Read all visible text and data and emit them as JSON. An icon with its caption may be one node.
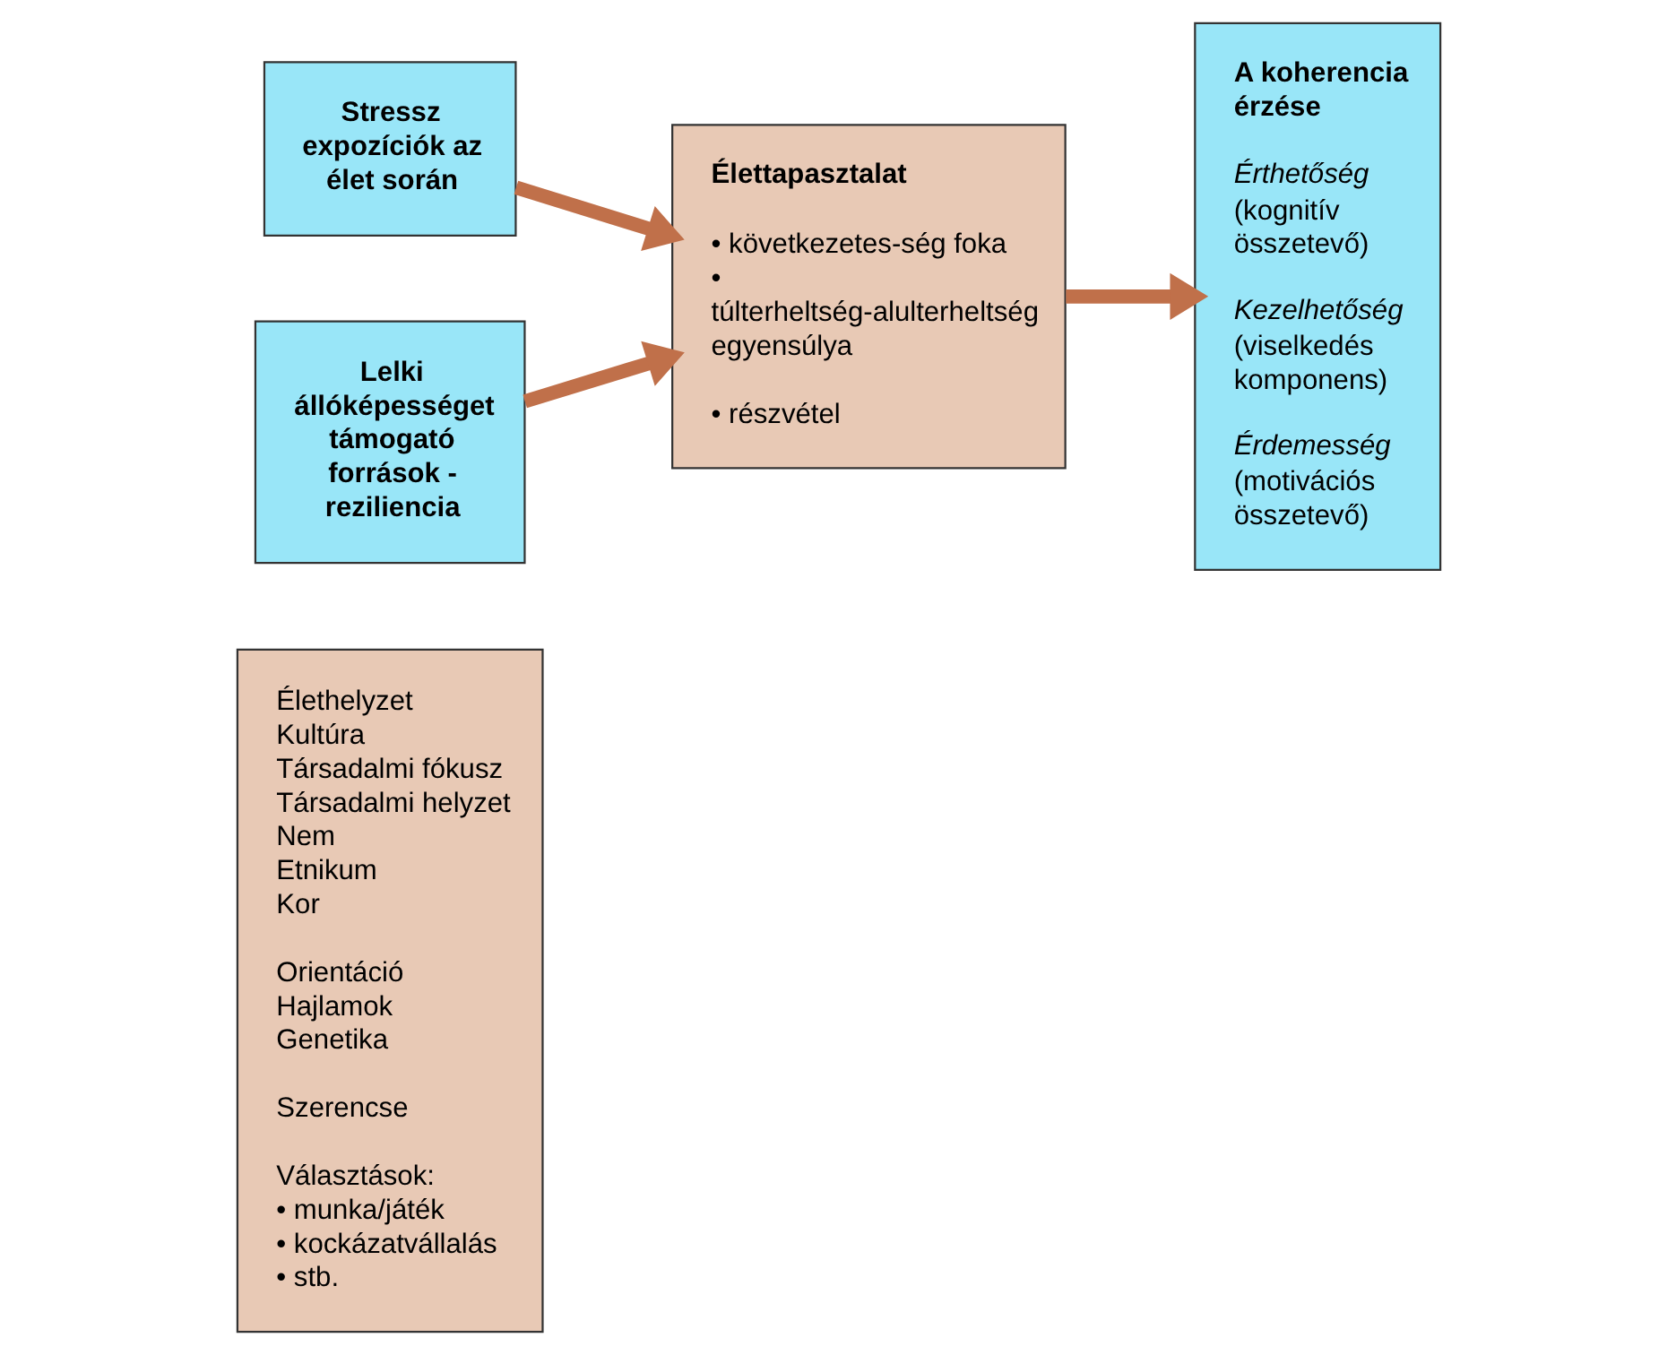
{
  "diagram": {
    "nodes": [
      {
        "text": [
          "Élethelyzet",
          "Kultúra",
          "Társadalmi fókusz",
          "Társadalmi helyzet",
          "Nem",
          "Etnikum",
          "Kor",
          "Orientáció",
          "Hajlamok",
          "Genetika",
          "Szerencse",
          "Választások:",
          "• munka/játék",
          "• kockázatvállalás",
          "• stb."
        ]
      },
      {
        "text": [
          "Stressz expozíciók az élet során"
        ]
      },
      {
        "text": [
          "Lelki állóképességet támogató források - reziliencia"
        ]
      },
      {
        "text": [
          "Élettapasztalat",
          "• következetes-ség foka",
          "• túlterheltség-alulterheltség egyensúlya",
          "• részvétel"
        ]
      },
      {
        "text": [
          "A koherencia érzése",
          "Érthetőség",
          "(kognitív összetevő)",
          "Kezelhetőség",
          "(viselkedés komponens)",
          "Érdemesség",
          "(motivációs összetevő)"
        ]
      }
    ],
    "edges": [
      {
        "from": 1,
        "to": 3,
        "arrow": "to"
      },
      {
        "from": 2,
        "to": 3,
        "arrow": "to"
      },
      {
        "from": 3,
        "to": 4,
        "arrow": "to"
      }
    ]
  }
}
